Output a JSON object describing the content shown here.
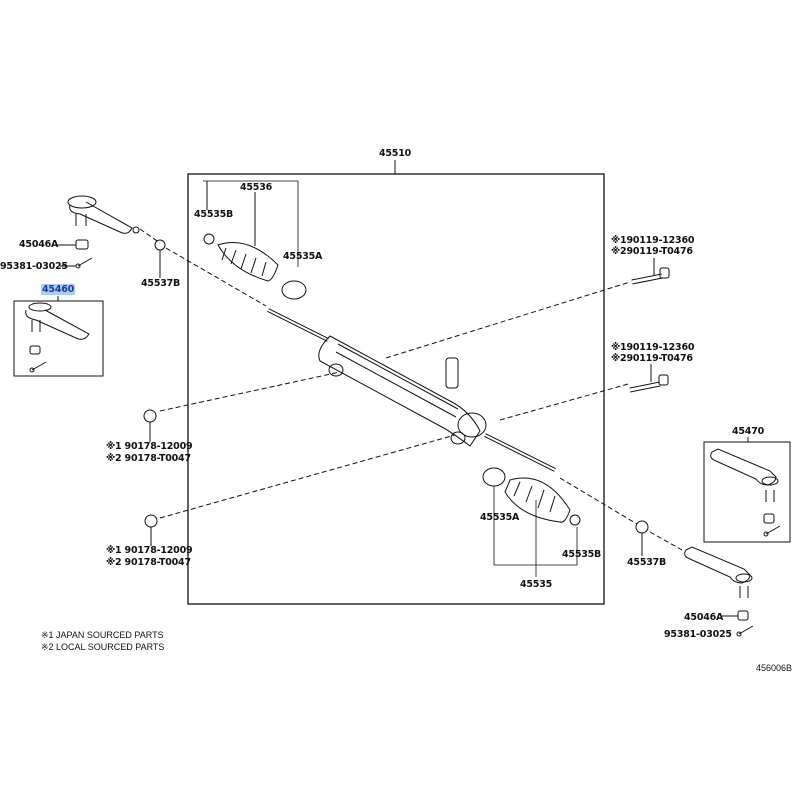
{
  "diagram_code": "456006B",
  "labels": {
    "gear_assembly": "45510",
    "boot_upper": "45536",
    "clamp_b_upper": "45535B",
    "clamp_a_upper": "45535A",
    "nut_left": "45046A",
    "pin_left": "95381-03025",
    "end_nut_left": "45537B",
    "tie_rod_end_lh": "45460",
    "bolt1_japan": "※190119-12360",
    "bolt1_local": "※290119-T0476",
    "bolt2_japan": "※190119-12360",
    "bolt2_local": "※290119-T0476",
    "nut1_japan": "※1 90178-12009",
    "nut1_local": "※2 90178-T0047",
    "nut2_japan": "※1 90178-12009",
    "nut2_local": "※2 90178-T0047",
    "tie_rod_end_rh": "45470",
    "clamp_a_lower": "45535A",
    "clamp_b_lower": "45535B",
    "boot_lower": "45535",
    "end_nut_right": "45537B",
    "nut_right": "45046A",
    "pin_right": "95381-03025"
  },
  "footnotes": [
    "※1 JAPAN SOURCED PARTS",
    "※2 LOCAL SOURCED PARTS"
  ],
  "highlight_color": "#a9cdf5"
}
